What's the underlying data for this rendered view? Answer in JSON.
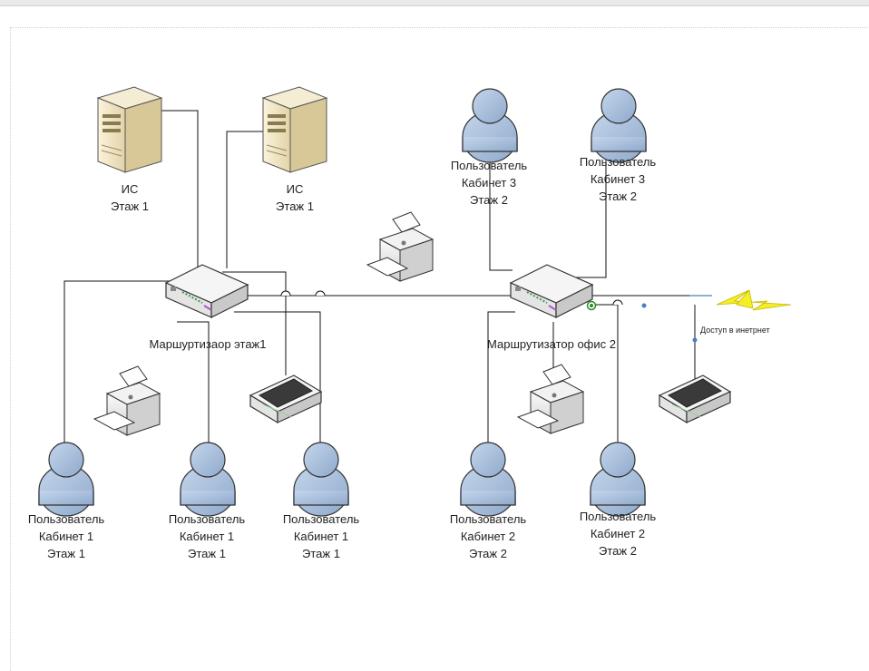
{
  "servers": [
    {
      "line1": "ИС",
      "line2": "Этаж 1"
    },
    {
      "line1": "ИС",
      "line2": "Этаж 1"
    }
  ],
  "routers": [
    {
      "label": "Маршуртизаор этаж1"
    },
    {
      "label": "Маршрутизатор офис 2"
    }
  ],
  "users": [
    {
      "line1": "Пользователь",
      "line2": "Кабинет 3",
      "line3": "Этаж 2"
    },
    {
      "line1": "Пользователь",
      "line2": "Кабинет 3",
      "line3": "Этаж 2"
    },
    {
      "line1": "Пользователь",
      "line2": "Кабинет 1",
      "line3": "Этаж 1"
    },
    {
      "line1": "Пользователь",
      "line2": "Кабинет 1",
      "line3": "Этаж 1"
    },
    {
      "line1": "Пользователь",
      "line2": "Кабинет 1",
      "line3": "Этаж 1"
    },
    {
      "line1": "Пользователь",
      "line2": "Кабинет 2",
      "line3": "Этаж 2"
    },
    {
      "line1": "Пользователь",
      "line2": "Кабинет 2",
      "line3": "Этаж 2"
    }
  ],
  "internet": {
    "label": "Доступ в инетрнет"
  }
}
